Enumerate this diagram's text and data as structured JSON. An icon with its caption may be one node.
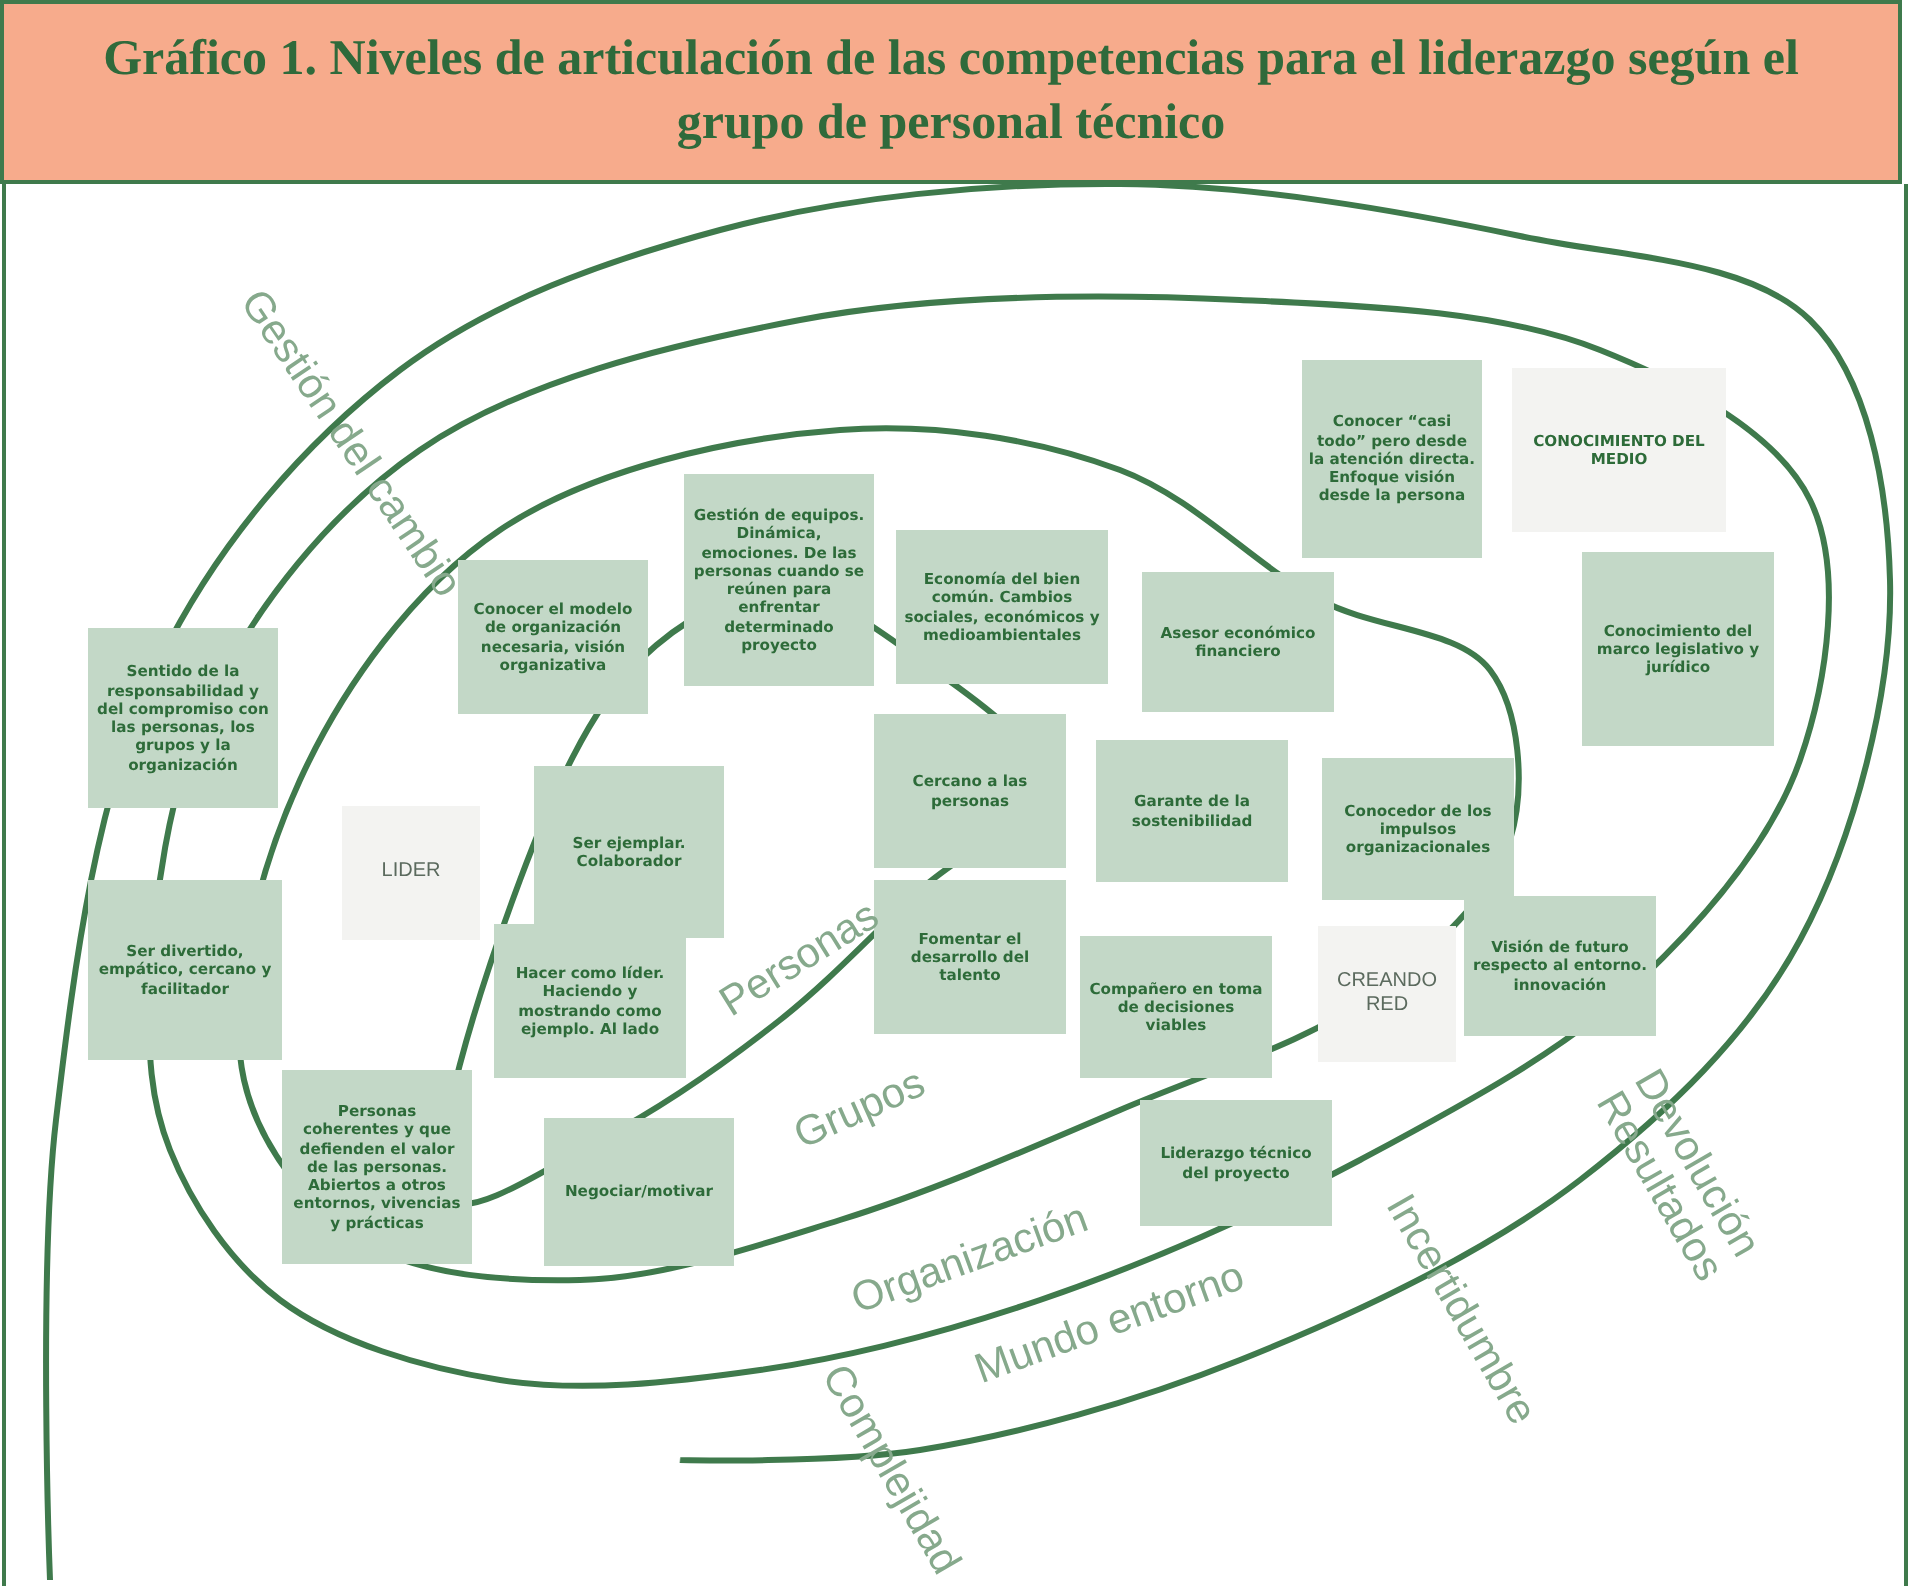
{
  "diagram": {
    "title": "Gráfico 1. Niveles de articulación de las competencias para el liderazgo según el grupo de personal técnico",
    "nodes": [
      {
        "text": [
          "Sentido de la responsabilidad y del compromiso con las personas, los grupos y la organización"
        ]
      },
      {
        "text": [
          "Conocer el modelo de organización necesaria, visión organizativa"
        ]
      },
      {
        "text": [
          "Gestión de equipos. Dinámica, emociones. De las personas cuando se reúnen para enfrentar determinado proyecto"
        ]
      },
      {
        "text": [
          "Economía del bien común. Cambios sociales, económicos y medioambientales"
        ]
      },
      {
        "text": [
          "Asesor económico financiero"
        ]
      },
      {
        "text": [
          "Conocer “casi todo” pero desde la atención directa. Enfoque visión desde la persona"
        ]
      },
      {
        "text": [
          "CONOCIMIENTO DEL MEDIO"
        ]
      },
      {
        "text": [
          "Conocimiento del marco legislativo y jurídico"
        ]
      },
      {
        "text": [
          "LIDER"
        ]
      },
      {
        "text": [
          "Ser ejemplar. Colaborador"
        ]
      },
      {
        "text": [
          "Cercano a las personas"
        ]
      },
      {
        "text": [
          "Garante de la sostenibilidad"
        ]
      },
      {
        "text": [
          "Conocedor de los impulsos organizacionales"
        ]
      },
      {
        "text": [
          "Ser divertido, empático, cercano y facilitador"
        ]
      },
      {
        "text": [
          "Hacer como líder. Haciendo y mostrando como ejemplo. Al lado"
        ]
      },
      {
        "text": [
          "Fomentar el desarrollo del talento"
        ]
      },
      {
        "text": [
          "Compañero en toma de decisiones viables"
        ]
      },
      {
        "text": [
          "CREANDO RED"
        ]
      },
      {
        "text": [
          "Visión de futuro respecto al entorno. innovación"
        ]
      },
      {
        "text": [
          "Personas coherentes y que defienden el valor de las personas. Abiertos a otros entornos, vivencias y prácticas"
        ]
      },
      {
        "text": [
          "Negociar/motivar"
        ]
      },
      {
        "text": [
          "Liderazgo técnico del proyecto"
        ]
      }
    ],
    "labels": [
      "Gestión del cambio",
      "Personas",
      "Grupos",
      "Organización",
      "Mundo entorno",
      "Incertidumbre",
      "Devolución Resultados",
      "Complejidad"
    ]
  }
}
